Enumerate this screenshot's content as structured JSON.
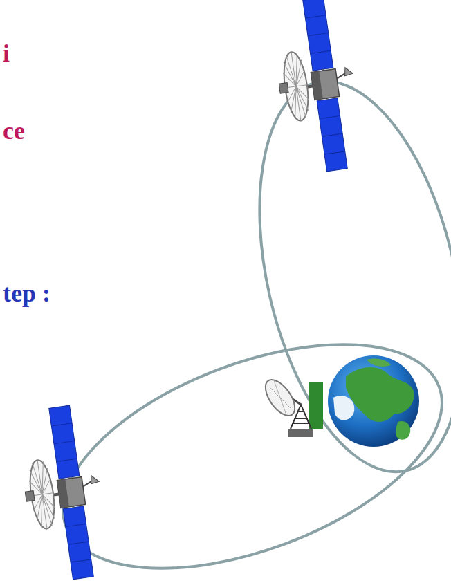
{
  "diagram": {
    "labels": [
      "i",
      "ce",
      "tep :"
    ]
  }
}
